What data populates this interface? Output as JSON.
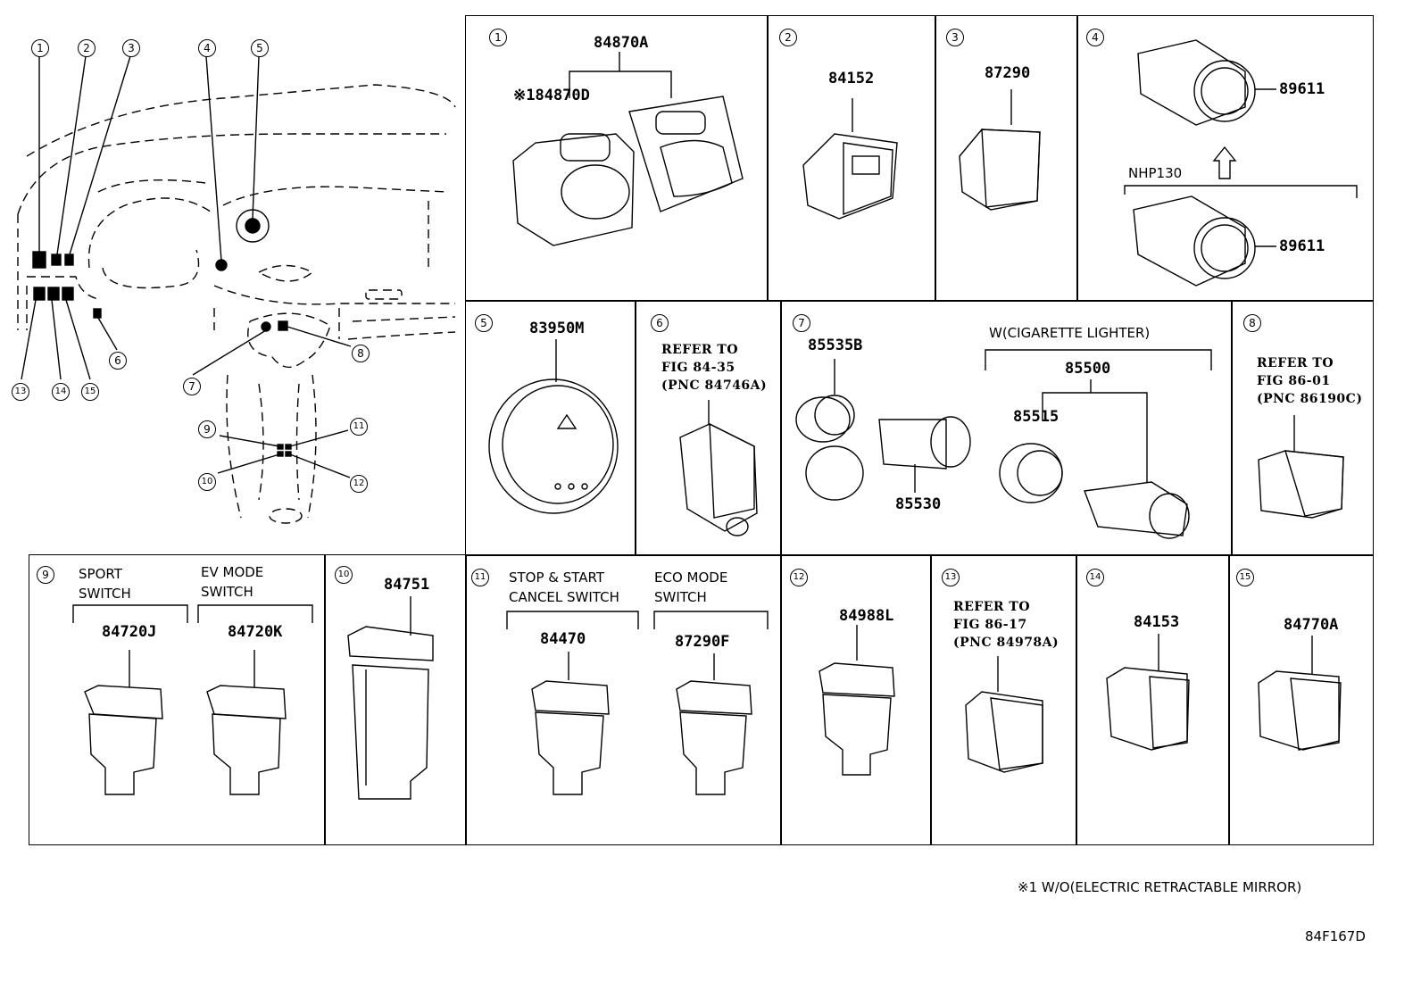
{
  "overview": {
    "callouts": [
      "1",
      "2",
      "3",
      "4",
      "5",
      "6",
      "7",
      "8",
      "9",
      "10",
      "11",
      "12",
      "13",
      "14",
      "15"
    ]
  },
  "panels": {
    "p1": {
      "num": "1",
      "part": "84870A",
      "sub": "※184870D"
    },
    "p2": {
      "num": "2",
      "part": "84152"
    },
    "p3": {
      "num": "3",
      "part": "87290"
    },
    "p4": {
      "num": "4",
      "part_top": "89611",
      "part_bottom": "89611",
      "note": "NHP130"
    },
    "p5": {
      "num": "5",
      "part": "83950M"
    },
    "p6": {
      "num": "6",
      "ref": "REFER TO\nFIG 84-35\n(PNC 84746A)"
    },
    "p7": {
      "num": "7",
      "group_label": "W(CIGARETTE LIGHTER)",
      "part_a": "85535B",
      "part_b": "85530",
      "part_c": "85500",
      "part_d": "85515"
    },
    "p8": {
      "num": "8",
      "ref": "REFER TO\nFIG 86-01\n(PNC 86190C)"
    },
    "p9": {
      "num": "9",
      "label_a": "SPORT\nSWITCH",
      "label_b": "EV MODE\nSWITCH",
      "part_a": "84720J",
      "part_b": "84720K"
    },
    "p10": {
      "num": "10",
      "part": "84751"
    },
    "p11": {
      "num": "11",
      "label_a": "STOP & START\nCANCEL SWITCH",
      "label_b": "ECO MODE\nSWITCH",
      "part_a": "84470",
      "part_b": "87290F"
    },
    "p12": {
      "num": "12",
      "part": "84988L"
    },
    "p13": {
      "num": "13",
      "ref": "REFER TO\nFIG 86-17\n(PNC 84978A)"
    },
    "p14": {
      "num": "14",
      "part": "84153"
    },
    "p15": {
      "num": "15",
      "part": "84770A"
    }
  },
  "footnote": "※1 W/O(ELECTRIC RETRACTABLE MIRROR)",
  "diagram_code": "84F167D"
}
